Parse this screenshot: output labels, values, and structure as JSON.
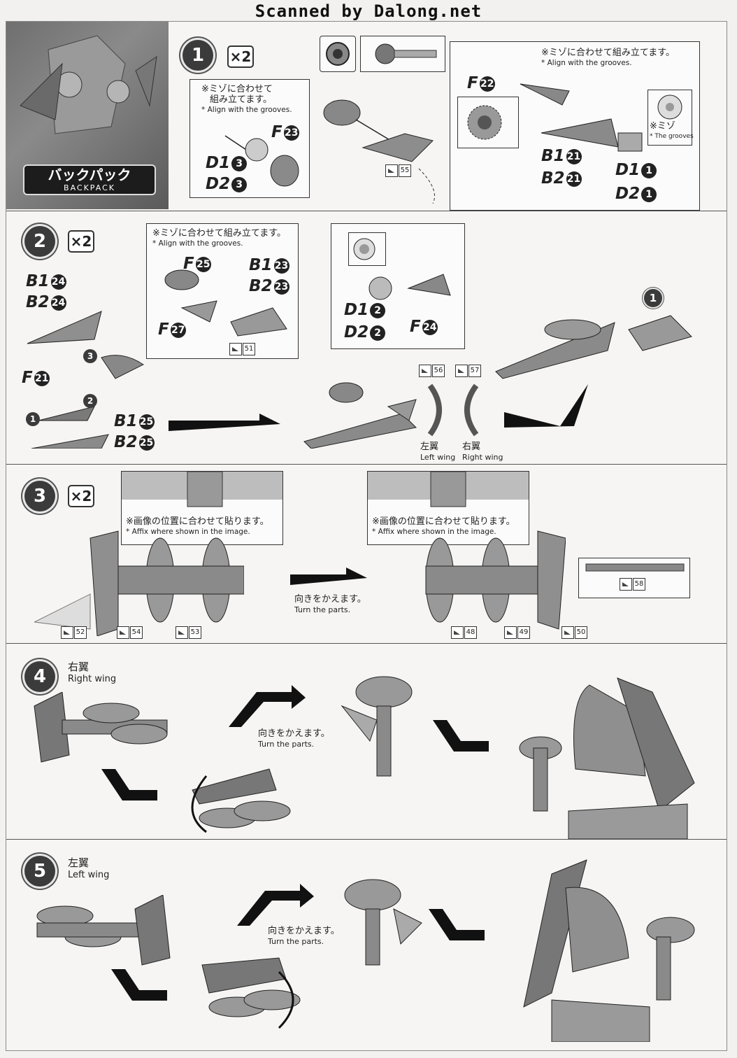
{
  "scan_title": "Scanned by Dalong.net",
  "section": {
    "title_jp": "バックパック",
    "title_en": "BACKPACK"
  },
  "steps": [
    {
      "num": "1",
      "qty": "×2"
    },
    {
      "num": "2",
      "qty": "×2"
    },
    {
      "num": "3",
      "qty": "×2"
    },
    {
      "num": "4",
      "label_jp": "右翼",
      "label_en": "Right wing"
    },
    {
      "num": "5",
      "label_jp": "左翼",
      "label_en": "Left wing"
    }
  ],
  "notes": {
    "align_jp_a": "※ミゾに合わせて",
    "align_jp_b": "組み立てます。",
    "align_jp_full": "※ミゾに合わせて組み立てます。",
    "align_en": "* Align with the grooves.",
    "groove_jp": "※ミゾ",
    "groove_en": "* The grooves",
    "affix_jp": "※画像の位置に合わせて貼ります。",
    "affix_en": "* Affix where shown in the image.",
    "turn_jp": "向きをかえます。",
    "turn_en": "Turn the parts."
  },
  "parts": {
    "s1_left": [
      {
        "l": "F",
        "n": "23"
      },
      {
        "l": "D1",
        "n": "3"
      },
      {
        "l": "D2",
        "n": "3"
      }
    ],
    "s1_right": [
      {
        "l": "F",
        "n": "22"
      },
      {
        "l": "B1",
        "n": "21"
      },
      {
        "l": "B2",
        "n": "21"
      },
      {
        "l": "D1",
        "n": "1"
      },
      {
        "l": "D2",
        "n": "1"
      }
    ],
    "s2_left": [
      {
        "l": "B1",
        "n": "24"
      },
      {
        "l": "B2",
        "n": "24"
      },
      {
        "l": "F",
        "n": "21"
      },
      {
        "l": "B1",
        "n": "25"
      },
      {
        "l": "B2",
        "n": "25"
      }
    ],
    "s2_box": [
      {
        "l": "F",
        "n": "25"
      },
      {
        "l": "B1",
        "n": "23"
      },
      {
        "l": "B2",
        "n": "23"
      },
      {
        "l": "F",
        "n": "27"
      }
    ],
    "s2_box2": [
      {
        "l": "D1",
        "n": "2"
      },
      {
        "l": "D2",
        "n": "2"
      },
      {
        "l": "F",
        "n": "24"
      }
    ]
  },
  "order_marks": [
    "1",
    "2",
    "3"
  ],
  "stickers": {
    "s1": "55",
    "s2a": "51",
    "s2b": "56",
    "s2c": "57",
    "s3": [
      "52",
      "54",
      "53",
      "48",
      "49",
      "50",
      "58"
    ]
  },
  "wings": {
    "left_jp": "左翼",
    "left_en": "Left wing",
    "right_jp": "右翼",
    "right_en": "Right wing"
  },
  "ref_step": "1"
}
